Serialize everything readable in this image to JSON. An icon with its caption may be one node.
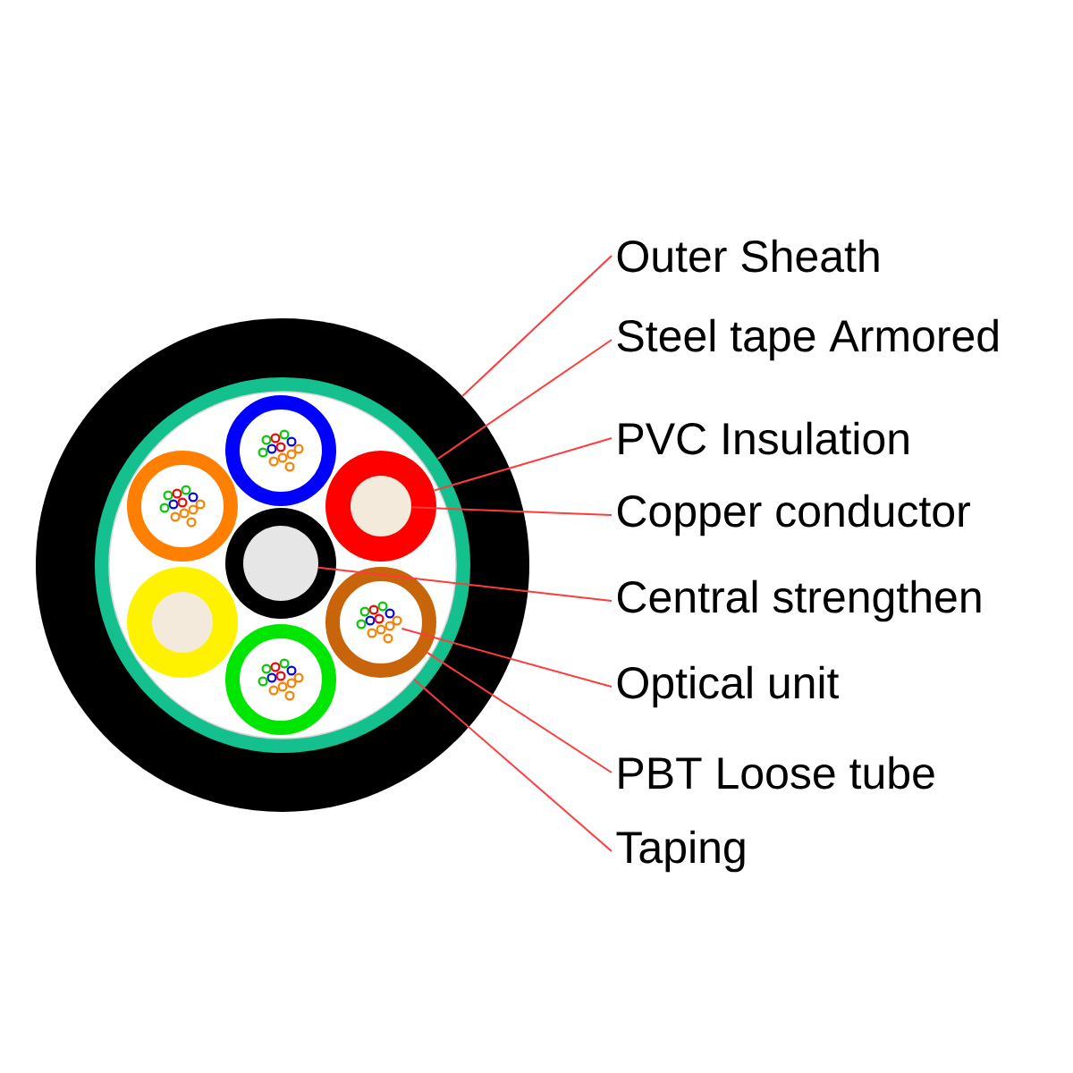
{
  "diagram": {
    "nodes": [
      {
        "text": [
          "Outer Sheath"
        ]
      },
      {
        "text": [
          "Steel tape Armored"
        ]
      },
      {
        "text": [
          "PVC Insulation"
        ]
      },
      {
        "text": [
          "Copper conductor"
        ]
      },
      {
        "text": [
          "Central strengthen"
        ]
      },
      {
        "text": [
          "Optical unit"
        ]
      },
      {
        "text": [
          "PBT Loose tube"
        ]
      },
      {
        "text": [
          "Taping"
        ]
      },
      {
        "text": [],
        "shape": "circle"
      },
      {
        "text": [],
        "shape": "circle",
        "in": 8
      },
      {
        "text": [],
        "shape": "circle",
        "in": 9
      },
      {
        "text": [],
        "shape": "circle",
        "in": 10
      },
      {
        "text": [],
        "shape": "circle",
        "in": 11
      },
      {
        "text": [],
        "shape": "circle",
        "in": 10
      },
      {
        "text": [],
        "shape": "circle",
        "in": 10
      },
      {
        "text": [],
        "shape": "circle",
        "in": 14
      },
      {
        "text": [],
        "shape": "circle",
        "in": 10
      },
      {
        "text": [],
        "shape": "circle",
        "in": 16
      }
    ],
    "edges": [
      {
        "from": 0,
        "to": 8,
        "arrow": "none"
      },
      {
        "from": 1,
        "to": 9,
        "arrow": "none"
      },
      {
        "from": 2,
        "to": 11,
        "arrow": "none"
      },
      {
        "from": 3,
        "to": 12,
        "arrow": "none"
      },
      {
        "from": 4,
        "to": 13,
        "arrow": "none"
      },
      {
        "from": 5,
        "to": 15,
        "arrow": "none"
      },
      {
        "from": 6,
        "to": 14,
        "arrow": "none"
      },
      {
        "from": 7,
        "to": 10,
        "arrow": "none"
      }
    ]
  }
}
